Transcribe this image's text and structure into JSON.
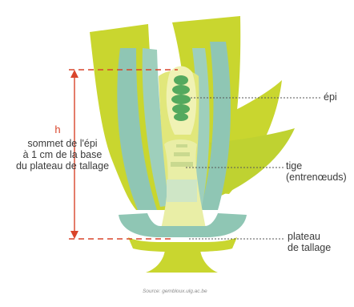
{
  "labels": {
    "h": "h",
    "h_desc": [
      "sommet de l'épi",
      "à 1 cm de la base",
      "du plateau de tallage"
    ],
    "epi": "épi",
    "tige": [
      "tige",
      "(entrenœuds)"
    ],
    "plateau": [
      "plateau",
      "de tallage"
    ]
  },
  "source": "Source: gembloux.ulg.ac.be",
  "colors": {
    "outer_leaf": "#c9d62f",
    "leaf_sheath": "#8fc6b4",
    "inner_leaf": "#e1e77b",
    "pale": "#f0f2b4",
    "spike": "#54a95e",
    "tissue_light": "#e9eea6",
    "measure_line": "#d9452b",
    "leader_line": "#555555"
  }
}
